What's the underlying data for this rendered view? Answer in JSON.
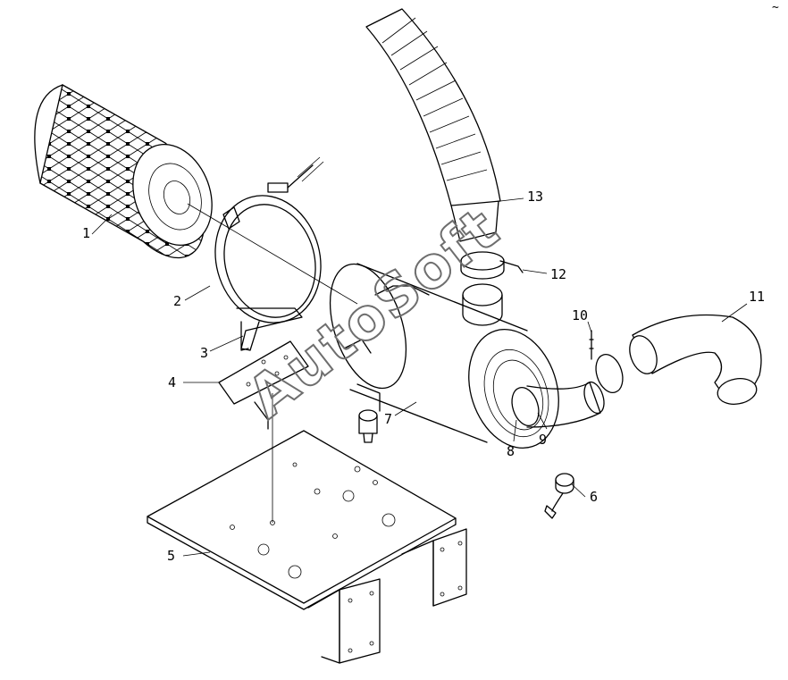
{
  "diagram": {
    "callouts": [
      {
        "id": "callout-1",
        "text": "1"
      },
      {
        "id": "callout-2",
        "text": "2"
      },
      {
        "id": "callout-3",
        "text": "3"
      },
      {
        "id": "callout-4",
        "text": "4"
      },
      {
        "id": "callout-5",
        "text": "5"
      },
      {
        "id": "callout-6",
        "text": "6"
      },
      {
        "id": "callout-7",
        "text": "7"
      },
      {
        "id": "callout-8",
        "text": "8"
      },
      {
        "id": "callout-9",
        "text": "9"
      },
      {
        "id": "callout-10",
        "text": "10"
      },
      {
        "id": "callout-11",
        "text": "11"
      },
      {
        "id": "callout-12",
        "text": "12"
      },
      {
        "id": "callout-13",
        "text": "13"
      }
    ],
    "watermark": "AutoSoft",
    "corner_mark": "~"
  }
}
